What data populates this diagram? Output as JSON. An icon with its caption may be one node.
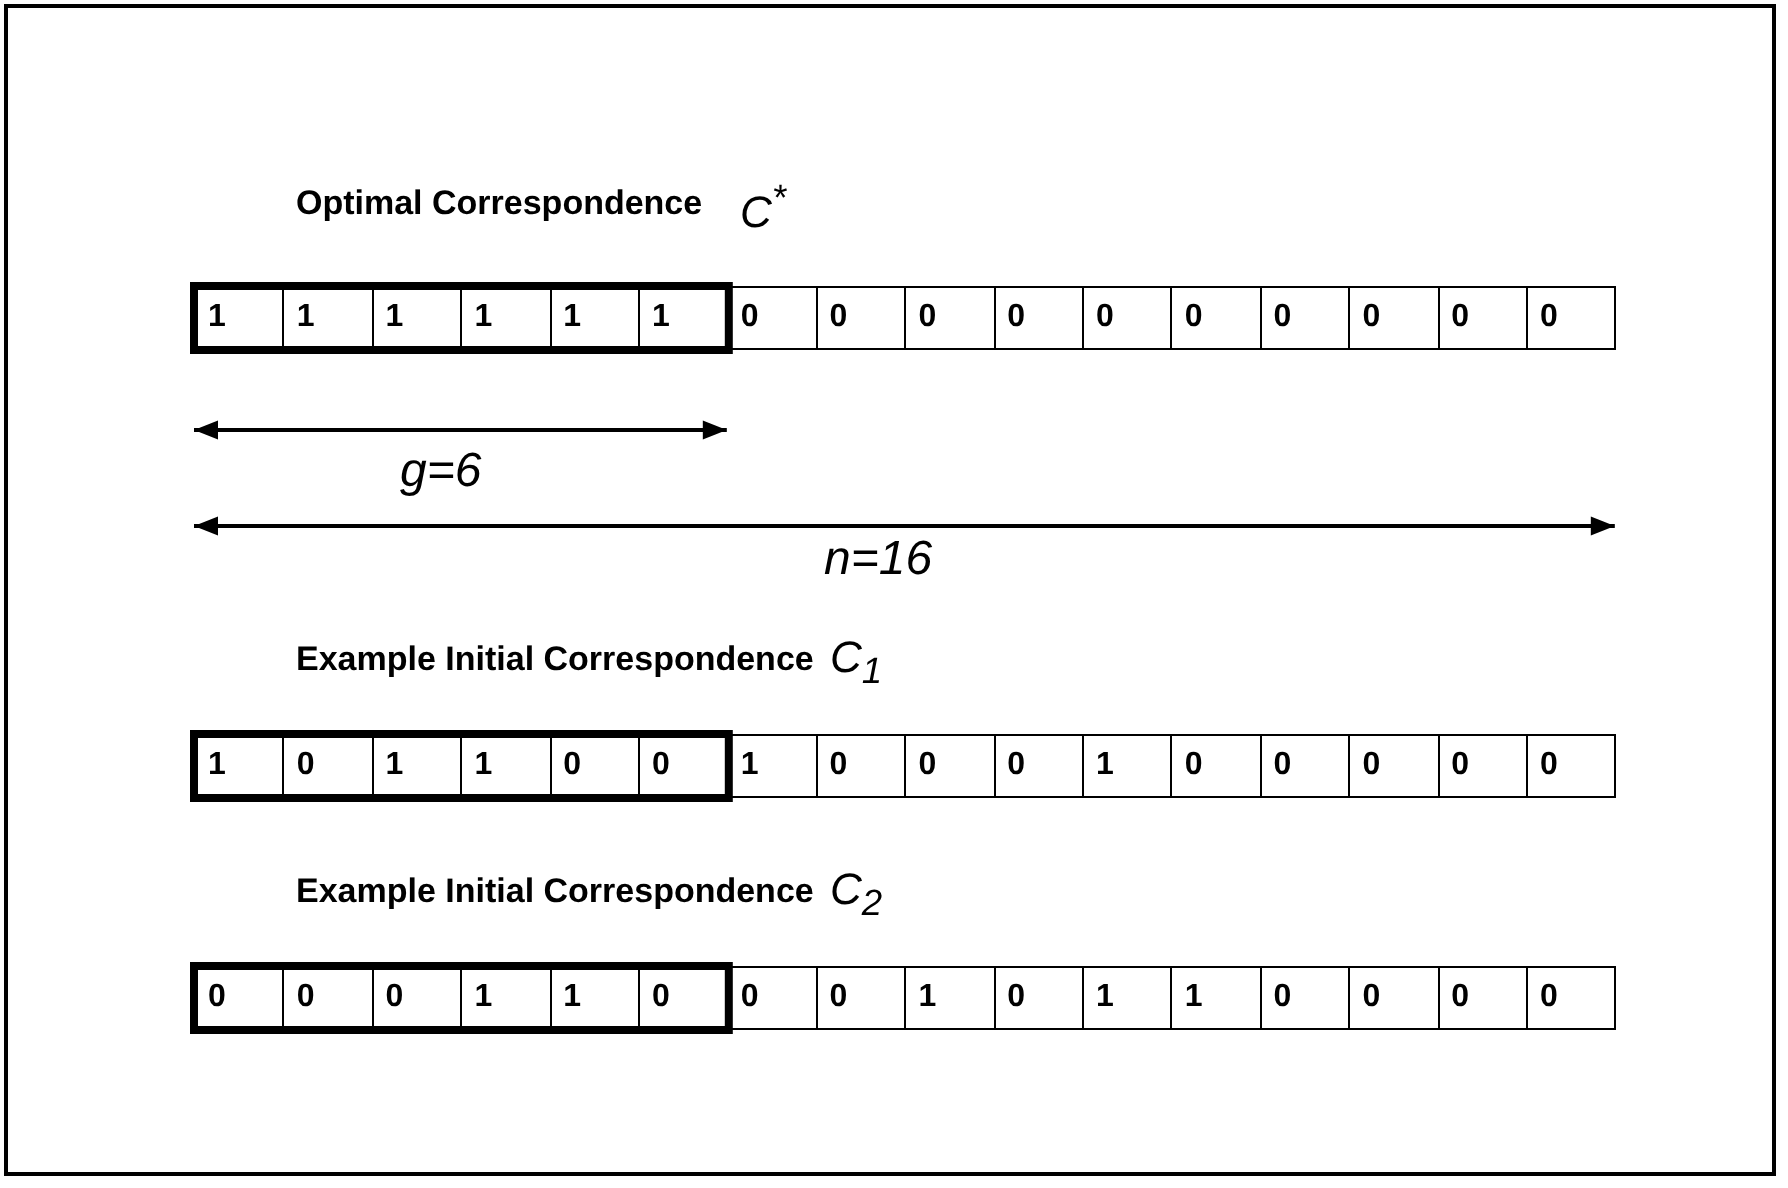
{
  "diagram": {
    "labels": [
      "Optimal Correspondence",
      "C$^{*}$",
      "1",
      "1",
      "1",
      "1",
      "1",
      "1",
      "0",
      "0",
      "0",
      "0",
      "0",
      "0",
      "0",
      "0",
      "0",
      "0",
      "g=6",
      "n=16",
      "Example Initial Correspondence",
      "C$_{1}$",
      "1",
      "0",
      "1",
      "1",
      "0",
      "0",
      "1",
      "0",
      "0",
      "0",
      "1",
      "0",
      "0",
      "0",
      "0",
      "0",
      "Example Initial Correspondence",
      "C$_{2}$",
      "0",
      "0",
      "0",
      "1",
      "1",
      "0",
      "0",
      "0",
      "1",
      "0",
      "1",
      "1",
      "0",
      "0",
      "0",
      "0"
    ]
  }
}
